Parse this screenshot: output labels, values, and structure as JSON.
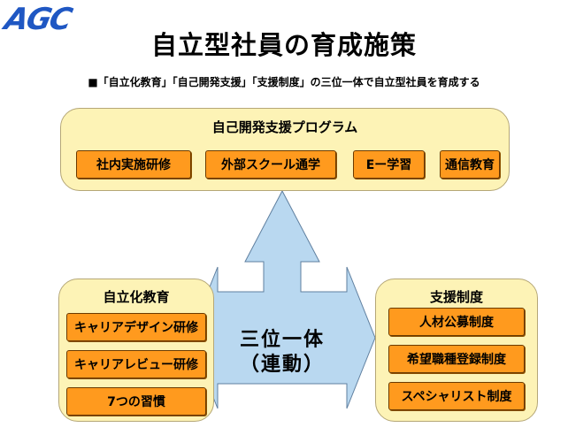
{
  "logo": "AGC",
  "title": "自立型社員の育成施策",
  "subtitle": "■「自立化教育」「自己開発支援」「支援制度」の三位一体で自立型社員を育成する",
  "top_panel": {
    "title": "自己開発支援プログラム",
    "items": [
      "社内実施研修",
      "外部スクール通学",
      "Eー学習",
      "通信教育"
    ]
  },
  "left_panel": {
    "title": "自立化教育",
    "items": [
      "キャリアデザイン研修",
      "キャリアレビュー研修",
      "7つの習慣"
    ]
  },
  "right_panel": {
    "title": "支援制度",
    "items": [
      "人材公募制度",
      "希望職種登録制度",
      "スペシャリスト制度"
    ]
  },
  "center": {
    "line1": "三位一体",
    "line2": "（連動）"
  },
  "colors": {
    "panel_fill": "#fdf3b6",
    "box_fill": "#ff9a1e",
    "arrow_fill": "#b9d8f0",
    "logo": "#1f57c3"
  }
}
